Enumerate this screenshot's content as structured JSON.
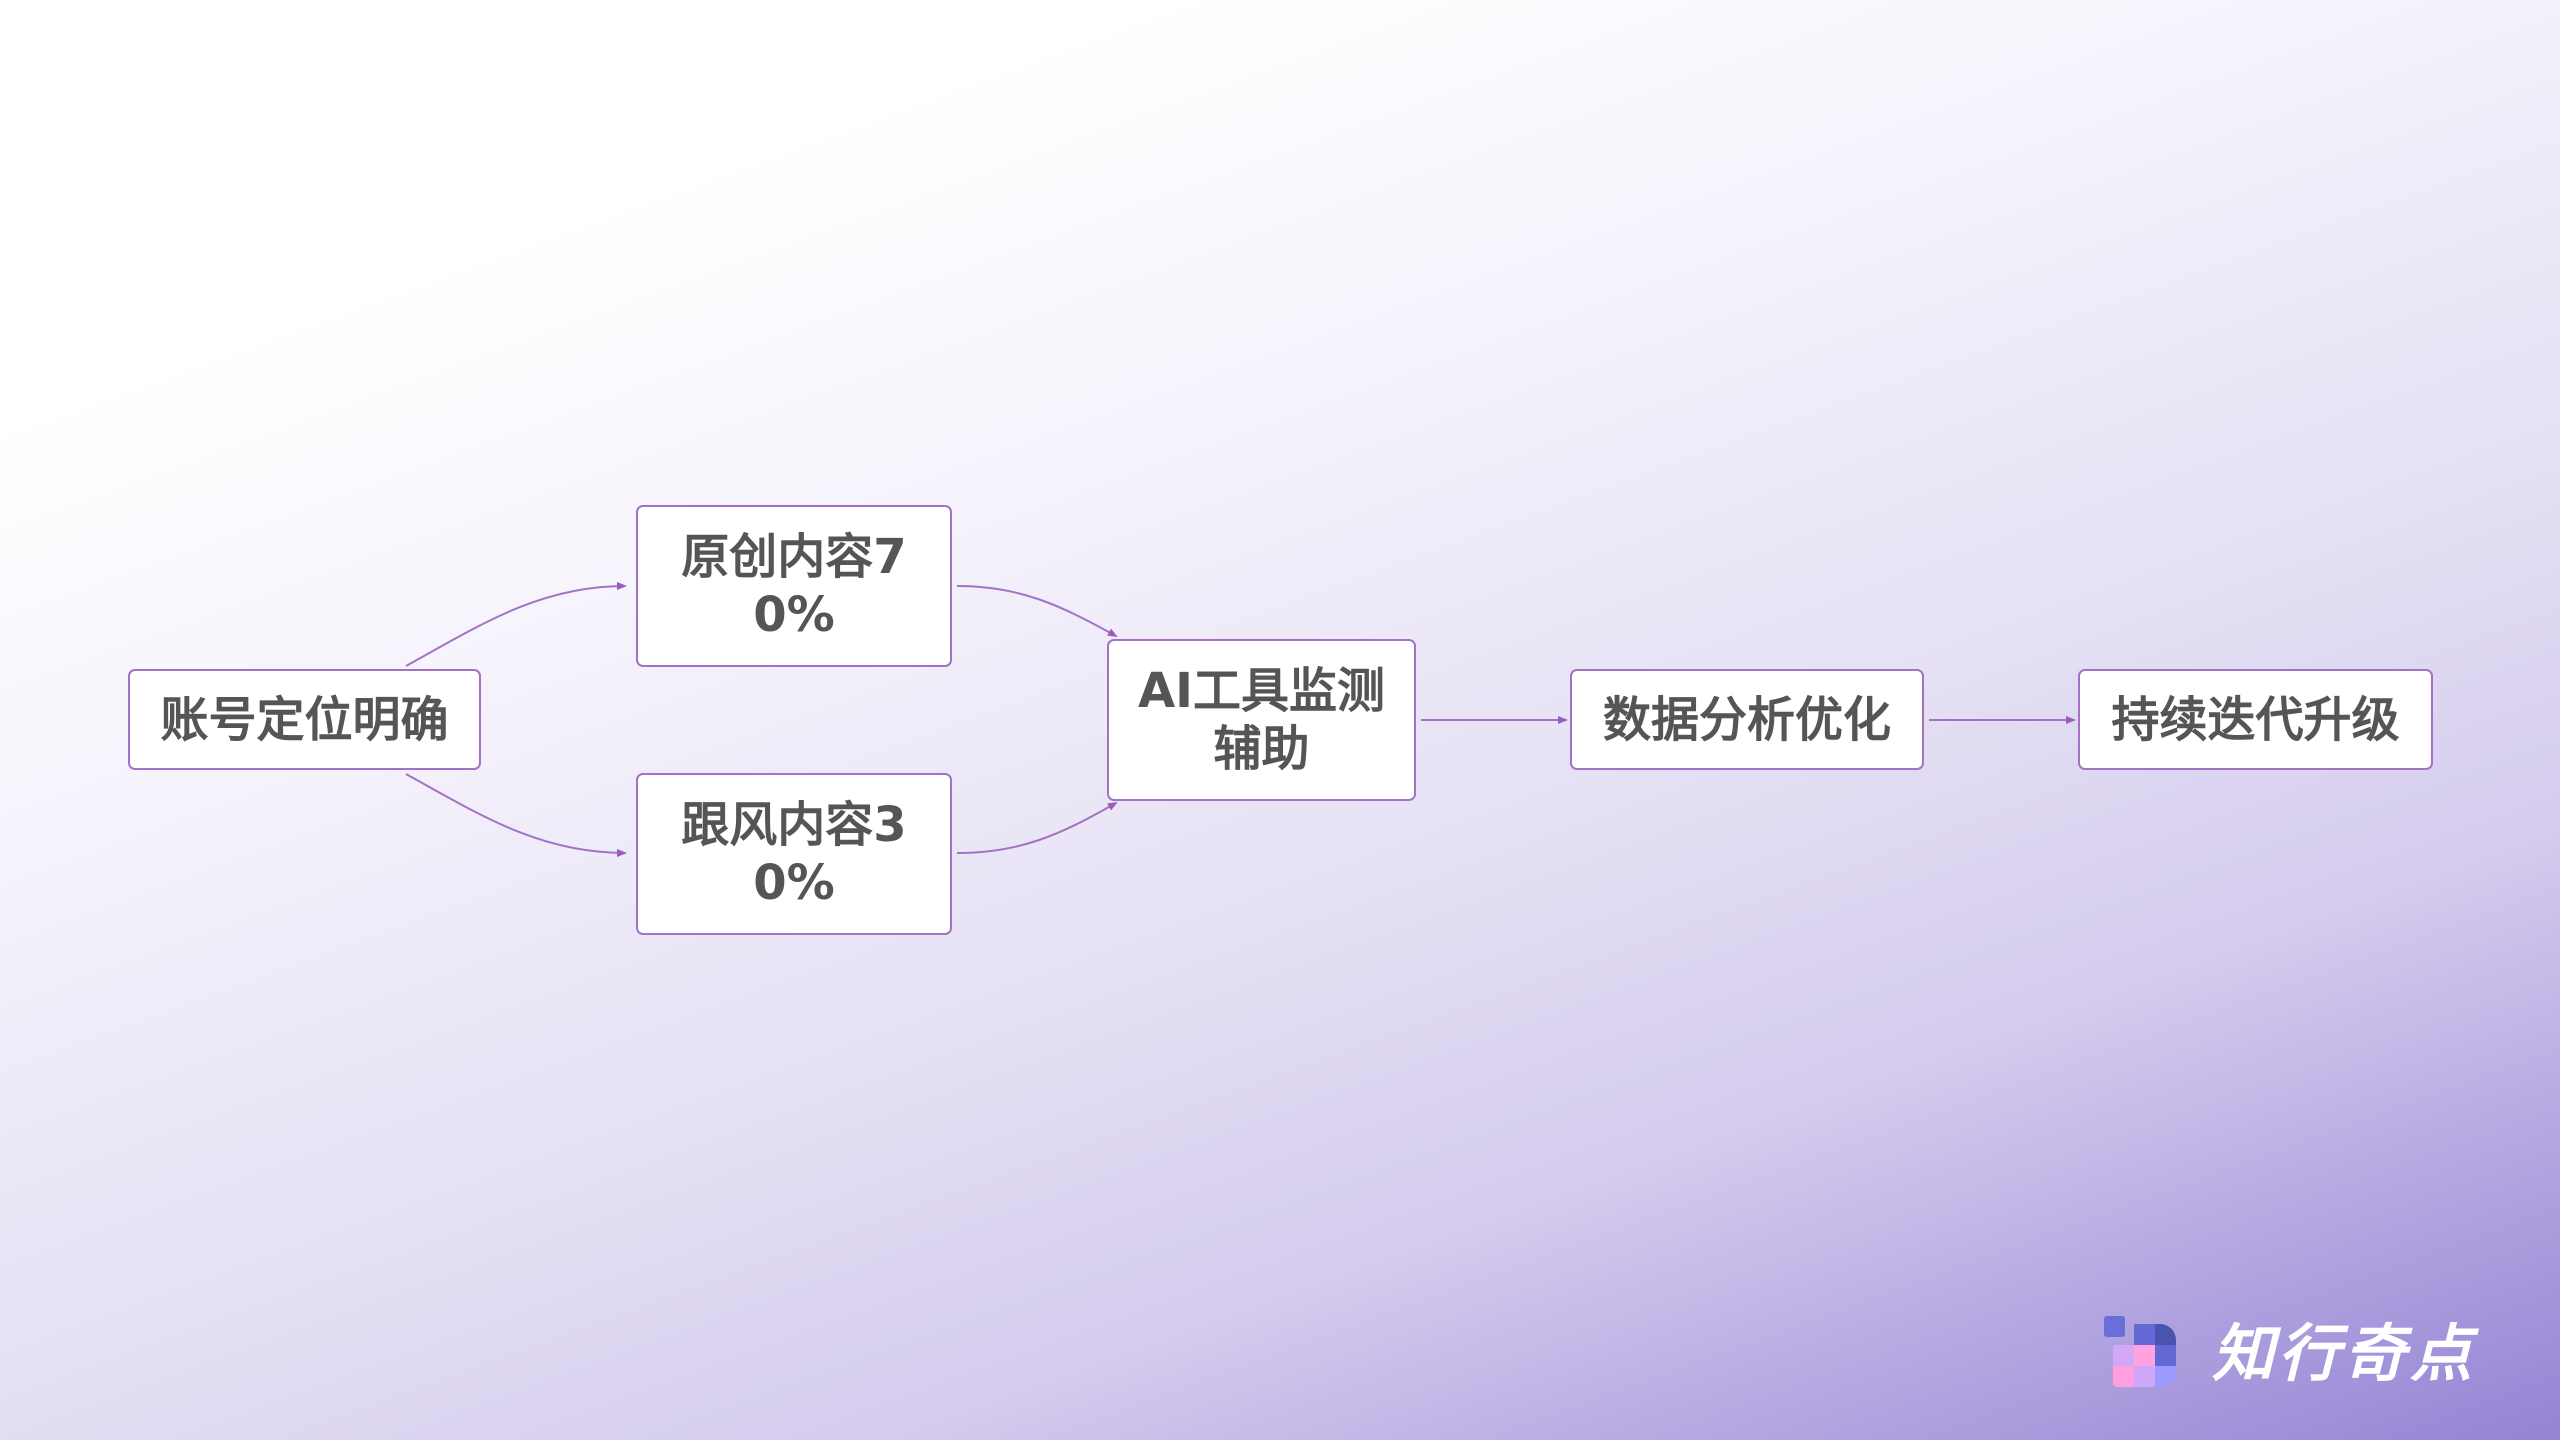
{
  "diagram": {
    "type": "flowchart",
    "nodes": [
      {
        "id": "n1",
        "label": "账号定位明确"
      },
      {
        "id": "n2",
        "label": "原创内容70%"
      },
      {
        "id": "n3",
        "label": "跟风内容30%"
      },
      {
        "id": "n4",
        "label": "AI工具监测辅助"
      },
      {
        "id": "n5",
        "label": "数据分析优化"
      },
      {
        "id": "n6",
        "label": "持续迭代升级"
      }
    ],
    "edges": [
      {
        "from": "n1",
        "to": "n2"
      },
      {
        "from": "n1",
        "to": "n3"
      },
      {
        "from": "n2",
        "to": "n4"
      },
      {
        "from": "n3",
        "to": "n4"
      },
      {
        "from": "n4",
        "to": "n5"
      },
      {
        "from": "n5",
        "to": "n6"
      }
    ],
    "colors": {
      "node_border": "#a472c4",
      "node_fill": "#ffffff",
      "node_text": "#555555",
      "edge": "#9c5cbf"
    }
  },
  "brand": {
    "name": "知行奇点",
    "icon": "pixel-grid-logo-icon",
    "colors": {
      "blue": "#6468d6",
      "dark_blue": "#4a54ae",
      "lavender": "#d2a8f6",
      "pink": "#ffa2e2",
      "periwinkle": "#9c9cff"
    }
  },
  "background": {
    "gradient_start": "#ffffff",
    "gradient_end": "#9484d4"
  }
}
